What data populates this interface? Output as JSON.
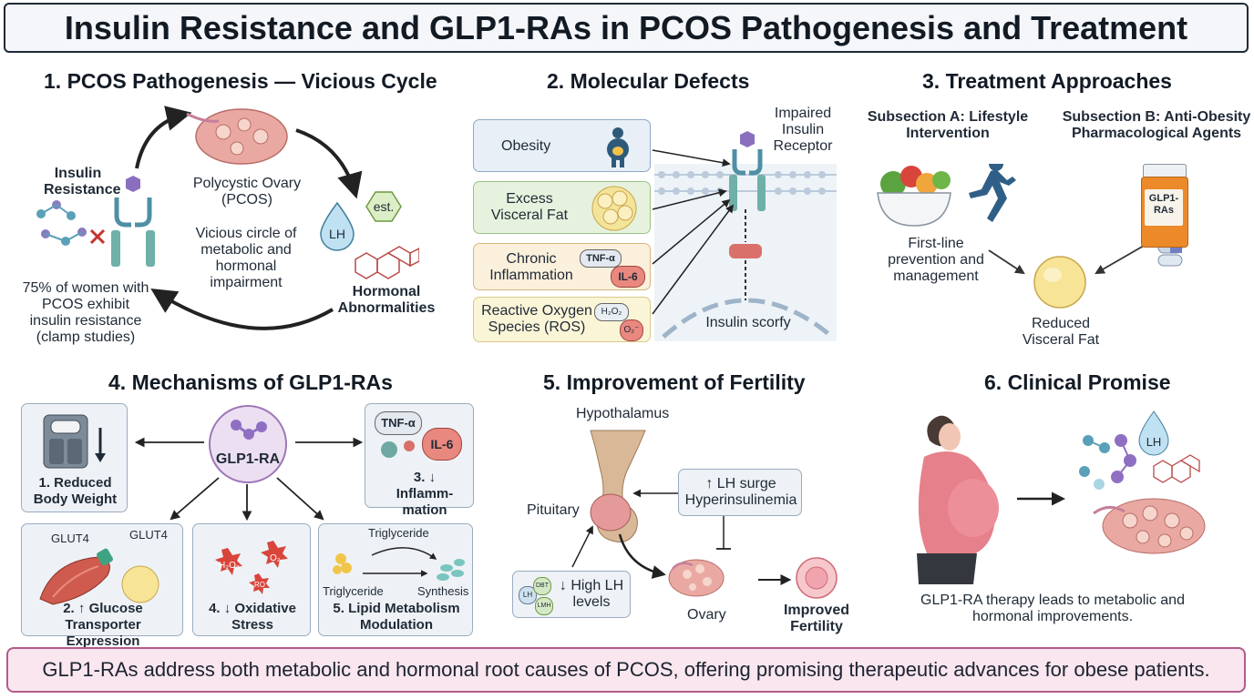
{
  "title": "Insulin Resistance and GLP1-RAs in PCOS Pathogenesis and Treatment",
  "sections": {
    "s1": {
      "title": "1. PCOS Pathogenesis — Vicious Cycle",
      "insulin_resistance": "Insulin Resistance",
      "ovary_label": "Polycystic Ovary (PCOS)",
      "cycle_text": "Vicious circle of metabolic and hormonal impairment",
      "hormonal": "Hormonal Abnormalities",
      "stat_text": "75% of women with PCOS exhibit insulin resistance (clamp studies)",
      "lh_tag": "LH",
      "est_tag": "est."
    },
    "s2": {
      "title": "2. Molecular Defects",
      "items": [
        {
          "label": "Obesity"
        },
        {
          "label": "Excess Visceral Fat"
        },
        {
          "label": "Chronic Inflammation",
          "tag1": "TNF-α",
          "tag2": "IL-6"
        },
        {
          "label": "Reactive Oxygen Species (ROS)",
          "tag1": "H₂O₂",
          "tag2": "O₂⁻"
        }
      ],
      "receptor_label": "Impaired Insulin Receptor",
      "cell_label": "Insulin scorfy"
    },
    "s3": {
      "title": "3. Treatment Approaches",
      "sub_a": "Subsection A: Lifestyle Intervention",
      "sub_b": "Subsection B: Anti-Obesity Pharmacological Agents",
      "first_line": "First-line prevention and management",
      "bottle_label": "GLP1-RAs",
      "reduced": "Reduced Visceral Fat"
    },
    "s4": {
      "title": "4. Mechanisms of GLP1-RAs",
      "center": "GLP1-RA",
      "weight": "1. Reduced Body Weight",
      "glucose": "2. ↑ Glucose Transporter Expression",
      "glut_a": "GLUT4",
      "glut_b": "GLUT4",
      "inflam": "3. ↓ Inflamm-mation",
      "tnf": "TNF-α",
      "il6": "IL-6",
      "oxid": "4. ↓ Oxidative Stress",
      "h2o2": "H₂O₂",
      "o2": "O₂",
      "ro": "RO",
      "lipid": "5. Lipid Metabolism Modulation",
      "trig_top": "Triglyceride",
      "trig_left": "Triglyceride",
      "synthesis": "Synthesis"
    },
    "s5": {
      "title": "5. Improvement of Fertility",
      "hypothalamus": "Hypothalamus",
      "pituitary": "Pituitary",
      "lh_surge": "↑ LH surge Hyperinsulinemia",
      "high_lh": "↓ High LH levels",
      "ovary": "Ovary",
      "improved": "Improved Fertility",
      "chip1": "LH",
      "chip2": "DBT",
      "chip3": "LMH"
    },
    "s6": {
      "title": "6. Clinical Promise",
      "caption": "GLP1-RA therapy leads to metabolic and hormonal improvements.",
      "lh_tag": "LH"
    }
  },
  "footer": "GLP1-RAs address both metabolic and hormonal root causes of PCOS, offering promising therapeutic advances for obese patients."
}
